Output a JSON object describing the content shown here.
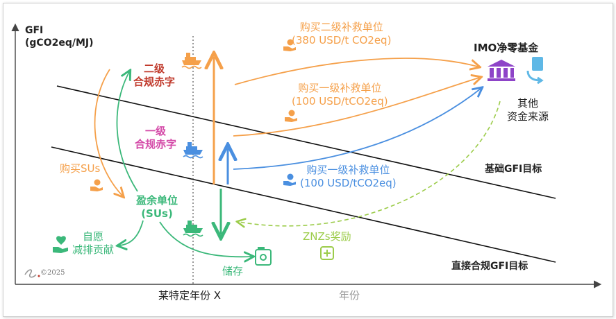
{
  "axis": {
    "y_title_line1": "GFI",
    "y_title_line2": "(gCO2eq/MJ)",
    "x_marker": "某特定年份 X",
    "x_title": "年份"
  },
  "lines": {
    "base_target": "基础GFI目标",
    "direct_target": "直接合规GFI目标"
  },
  "zones": {
    "tier2_line1": "二级",
    "tier2_line2": "合规赤字",
    "tier1_line1": "一级",
    "tier1_line2": "合规赤字",
    "surplus_line1": "盈余单位",
    "surplus_line2": "(SUs)"
  },
  "flows": {
    "buy_tier2_line1": "购买二级补救单位",
    "buy_tier2_line2": "(380 USD/t CO2eq)",
    "buy_tier1_top_line1": "购买一级补救单位",
    "buy_tier1_top_line2": "(100 USD/tCO2eq)",
    "buy_tier1_low_line1": "购买一级补救单位",
    "buy_tier1_low_line2": "(100 USD/tCO2eq)",
    "buy_sus": "购买SUs",
    "voluntary_line1": "自愿",
    "voluntary_line2": "减排贡献",
    "bank": "储存",
    "znz_reward": "ZNZs奖励"
  },
  "fund": {
    "title": "IMO净零基金",
    "other_line1": "其他",
    "other_line2": "资金来源"
  },
  "copyright": "©2025",
  "colors": {
    "orange": "#f5a04a",
    "blue": "#4a8fe0",
    "green": "#3bb87a",
    "light_green": "#9ccc4a",
    "red": "#c0392b",
    "pink": "#d44aa8",
    "purple": "#8e44c8"
  },
  "icons": [
    "ship-icon",
    "money-hand-icon",
    "bank-icon",
    "exchange-icon",
    "care-hand-icon",
    "wallet-icon",
    "reward-icon"
  ]
}
